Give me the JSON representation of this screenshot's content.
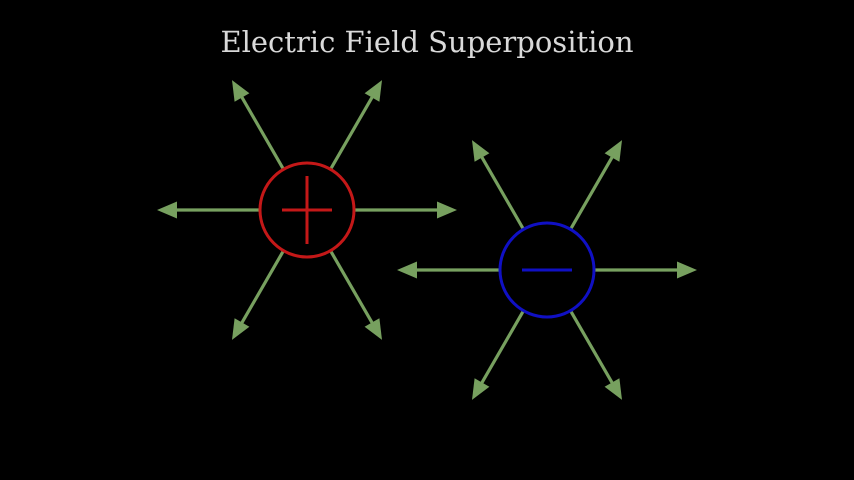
{
  "title": "Electric Field Superposition",
  "colors": {
    "background": "#000000",
    "title": "#d9d9d9",
    "field_line": "#77a05f",
    "positive_charge": "#c41818",
    "negative_charge": "#1010c4"
  },
  "charges": [
    {
      "name": "positive-charge",
      "sign": "positive",
      "symbol": "plus-sign",
      "field_line_count": 6
    },
    {
      "name": "negative-charge",
      "sign": "negative",
      "symbol": "minus-sign",
      "field_line_count": 6
    }
  ]
}
